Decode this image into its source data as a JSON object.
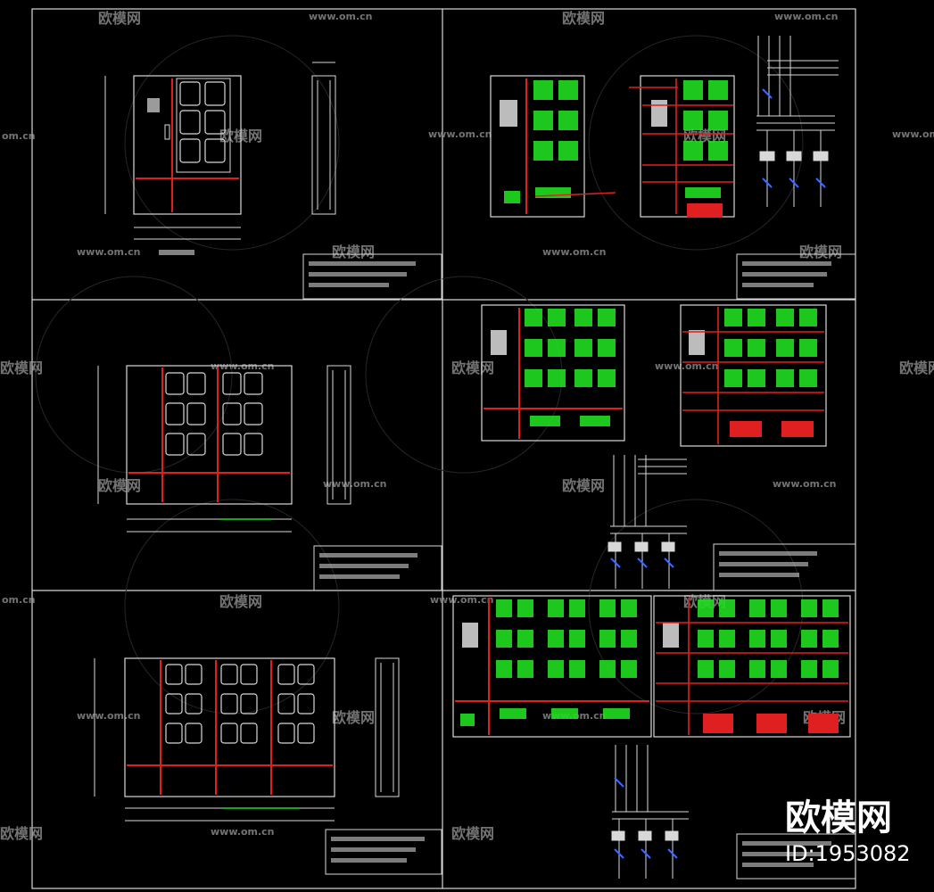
{
  "watermark": {
    "site": "www.om.cn",
    "site_short": "om.cn",
    "brand": "欧模网"
  },
  "brand_badge": {
    "name": "欧模网",
    "id_text": "ID:1953082"
  },
  "colors": {
    "background": "#000000",
    "lines": "#d8d8d8",
    "accent": "#e02020",
    "meter": "#22dd22"
  }
}
